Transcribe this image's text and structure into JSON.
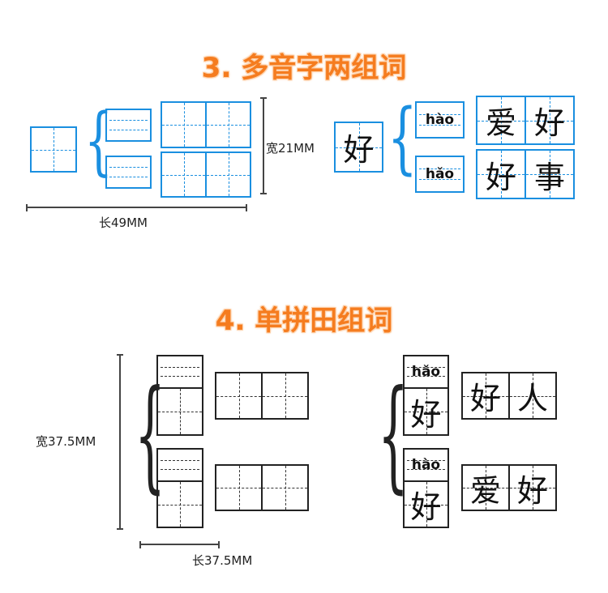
{
  "section3": {
    "title": "3. 多音字两组词",
    "width_label": "宽21MM",
    "length_label": "长49MM",
    "example": {
      "character": "好",
      "rows": [
        {
          "pinyin": "hào",
          "words": [
            "爱",
            "好"
          ]
        },
        {
          "pinyin": "hǎo",
          "words": [
            "好",
            "事"
          ]
        }
      ]
    },
    "colors": {
      "grid": "#1a8fe0",
      "title": "#f57c1f"
    }
  },
  "section4": {
    "title": "4. 单拼田组词",
    "width_label": "宽37.5MM",
    "length_label": "长37.5MM",
    "example": {
      "rows": [
        {
          "pinyin": "hǎo",
          "character": "好",
          "words": [
            "好",
            "人"
          ]
        },
        {
          "pinyin": "hào",
          "character": "好",
          "words": [
            "爱",
            "好"
          ]
        }
      ]
    },
    "colors": {
      "grid": "#222222"
    }
  }
}
